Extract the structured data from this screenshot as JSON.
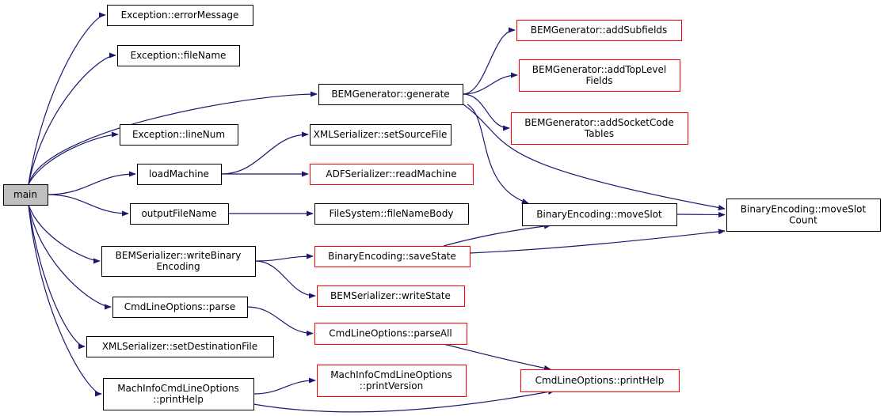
{
  "colors": {
    "edge": "#191970",
    "border_linked": "#000000",
    "border_external": "#ff0000",
    "root_fill": "#bfbfbf",
    "node_fill": "#ffffff"
  },
  "nodes": [
    {
      "id": "main",
      "lines": [
        "main"
      ],
      "kind": "root"
    },
    {
      "id": "exc_errorMessage",
      "lines": [
        "Exception::errorMessage"
      ],
      "kind": "linked"
    },
    {
      "id": "exc_fileName",
      "lines": [
        "Exception::fileName"
      ],
      "kind": "linked"
    },
    {
      "id": "exc_lineNum",
      "lines": [
        "Exception::lineNum"
      ],
      "kind": "linked"
    },
    {
      "id": "loadMachine",
      "lines": [
        "loadMachine"
      ],
      "kind": "linked"
    },
    {
      "id": "outputFileName",
      "lines": [
        "outputFileName"
      ],
      "kind": "linked"
    },
    {
      "id": "bems_writeBinaryEncoding",
      "lines": [
        "BEMSerializer::writeBinary",
        "Encoding"
      ],
      "kind": "linked"
    },
    {
      "id": "clo_parse",
      "lines": [
        "CmdLineOptions::parse"
      ],
      "kind": "linked"
    },
    {
      "id": "xmls_setDestinationFile",
      "lines": [
        "XMLSerializer::setDestinationFile"
      ],
      "kind": "linked"
    },
    {
      "id": "micl_printHelp",
      "lines": [
        "MachInfoCmdLineOptions",
        "::printHelp"
      ],
      "kind": "linked"
    },
    {
      "id": "bemg_generate",
      "lines": [
        "BEMGenerator::generate"
      ],
      "kind": "linked"
    },
    {
      "id": "xmls_setSourceFile",
      "lines": [
        "XMLSerializer::setSourceFile"
      ],
      "kind": "linked"
    },
    {
      "id": "adfs_readMachine",
      "lines": [
        "ADFSerializer::readMachine"
      ],
      "kind": "external"
    },
    {
      "id": "fs_fileNameBody",
      "lines": [
        "FileSystem::fileNameBody"
      ],
      "kind": "linked"
    },
    {
      "id": "be_saveState",
      "lines": [
        "BinaryEncoding::saveState"
      ],
      "kind": "external"
    },
    {
      "id": "bems_writeState",
      "lines": [
        "BEMSerializer::writeState"
      ],
      "kind": "external"
    },
    {
      "id": "clo_parseAll",
      "lines": [
        "CmdLineOptions::parseAll"
      ],
      "kind": "external"
    },
    {
      "id": "micl_printVersion",
      "lines": [
        "MachInfoCmdLineOptions",
        "::printVersion"
      ],
      "kind": "external"
    },
    {
      "id": "bemg_addSubfields",
      "lines": [
        "BEMGenerator::addSubfields"
      ],
      "kind": "external"
    },
    {
      "id": "bemg_addTopLevelFields",
      "lines": [
        "BEMGenerator::addTopLevel",
        "Fields"
      ],
      "kind": "external"
    },
    {
      "id": "bemg_addSocketCodeTables",
      "lines": [
        "BEMGenerator::addSocketCode",
        "Tables"
      ],
      "kind": "external"
    },
    {
      "id": "be_moveSlot",
      "lines": [
        "BinaryEncoding::moveSlot"
      ],
      "kind": "linked"
    },
    {
      "id": "be_moveSlotCount",
      "lines": [
        "BinaryEncoding::moveSlot",
        "Count"
      ],
      "kind": "linked"
    },
    {
      "id": "clo_printHelp",
      "lines": [
        "CmdLineOptions::printHelp"
      ],
      "kind": "external"
    }
  ],
  "edges": [
    [
      "main",
      "exc_errorMessage"
    ],
    [
      "main",
      "exc_fileName"
    ],
    [
      "main",
      "bemg_generate"
    ],
    [
      "main",
      "exc_lineNum"
    ],
    [
      "main",
      "loadMachine"
    ],
    [
      "main",
      "outputFileName"
    ],
    [
      "main",
      "bems_writeBinaryEncoding"
    ],
    [
      "main",
      "clo_parse"
    ],
    [
      "main",
      "xmls_setDestinationFile"
    ],
    [
      "main",
      "micl_printHelp"
    ],
    [
      "bemg_generate",
      "bemg_addSubfields"
    ],
    [
      "bemg_generate",
      "bemg_addTopLevelFields"
    ],
    [
      "bemg_generate",
      "bemg_addSocketCodeTables"
    ],
    [
      "bemg_generate",
      "be_moveSlot"
    ],
    [
      "bemg_generate",
      "be_moveSlotCount"
    ],
    [
      "loadMachine",
      "xmls_setSourceFile"
    ],
    [
      "loadMachine",
      "adfs_readMachine"
    ],
    [
      "outputFileName",
      "fs_fileNameBody"
    ],
    [
      "bems_writeBinaryEncoding",
      "be_saveState"
    ],
    [
      "bems_writeBinaryEncoding",
      "bems_writeState"
    ],
    [
      "be_saveState",
      "be_moveSlot"
    ],
    [
      "be_saveState",
      "be_moveSlotCount"
    ],
    [
      "be_moveSlot",
      "be_moveSlotCount"
    ],
    [
      "clo_parse",
      "clo_parseAll"
    ],
    [
      "clo_parseAll",
      "clo_printHelp"
    ],
    [
      "micl_printHelp",
      "micl_printVersion"
    ],
    [
      "micl_printHelp",
      "clo_printHelp"
    ]
  ]
}
